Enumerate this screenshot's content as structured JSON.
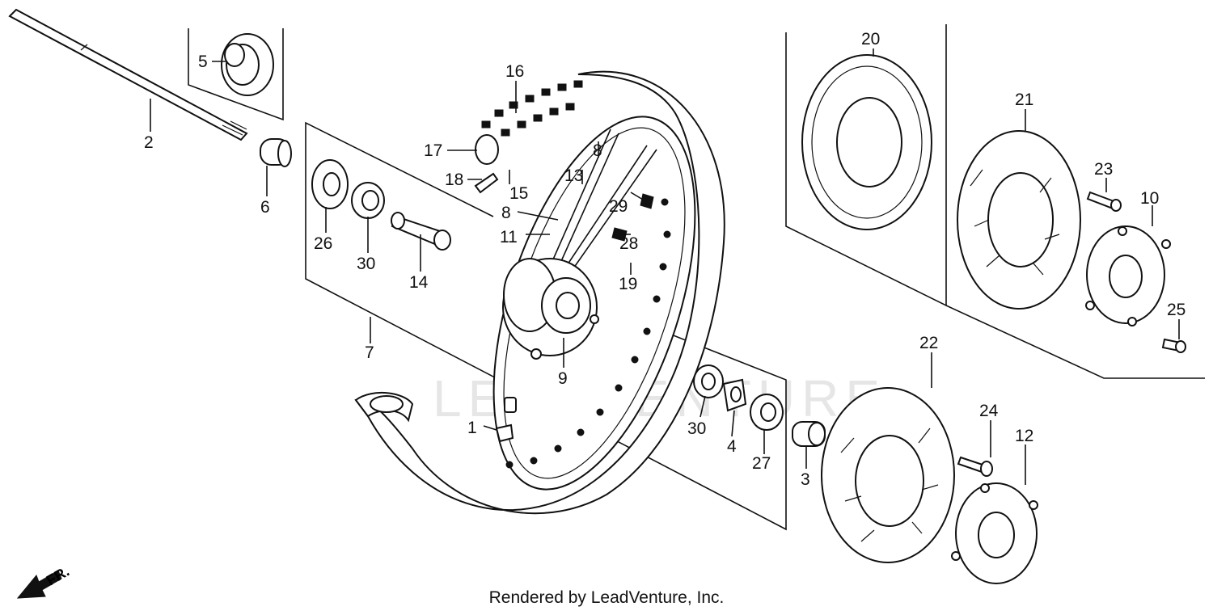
{
  "diagram": {
    "watermark": "LEADVENTURE",
    "front_label": "FR.",
    "credit": "Rendered by LeadVenture, Inc.",
    "callouts": [
      "1",
      "2",
      "3",
      "4",
      "5",
      "6",
      "7",
      "8",
      "8",
      "9",
      "10",
      "11",
      "12",
      "13",
      "14",
      "15",
      "16",
      "17",
      "18",
      "19",
      "20",
      "21",
      "22",
      "23",
      "24",
      "25",
      "26",
      "27",
      "28",
      "29",
      "30",
      "30"
    ]
  }
}
